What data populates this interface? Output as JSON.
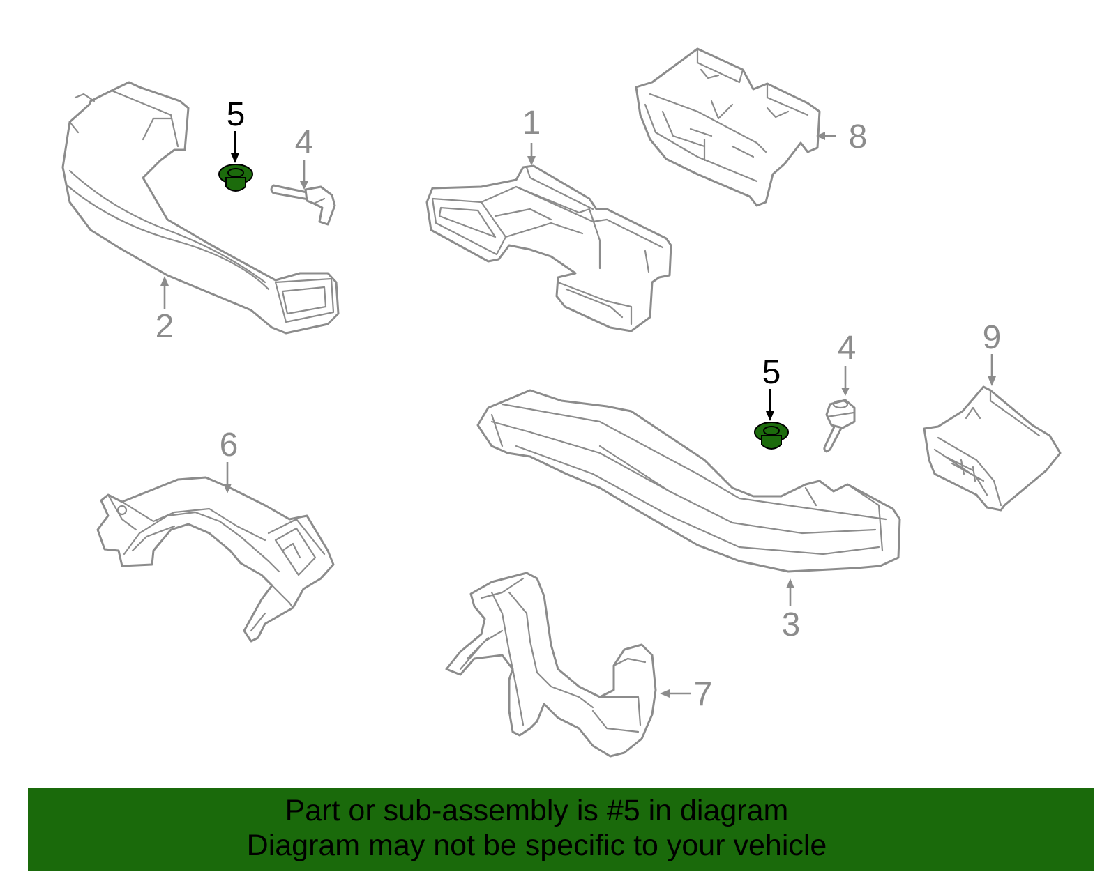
{
  "callouts": {
    "c1": "1",
    "c2": "2",
    "c3": "3",
    "c4a": "4",
    "c4b": "4",
    "c5a": "5",
    "c5b": "5",
    "c6": "6",
    "c7": "7",
    "c8": "8",
    "c9": "9"
  },
  "highlight_part": "5",
  "colors": {
    "highlight_fill": "#1c6b0c",
    "banner_bg": "#1a6a0b",
    "line_gray": "#8c8c8c",
    "highlight_text": "#000000"
  },
  "banner": {
    "line1": "Part or sub-assembly is #5 in diagram",
    "line2": "Diagram may not be specific to your vehicle"
  }
}
